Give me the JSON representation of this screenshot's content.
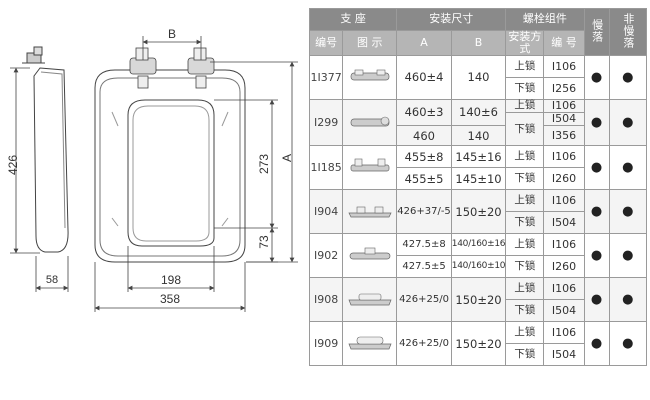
{
  "drawing": {
    "dim_B": "B",
    "dim_A": "A",
    "dim_426": "426",
    "dim_58": "58",
    "dim_273": "273",
    "dim_73": "73",
    "dim_198": "198",
    "dim_358": "358"
  },
  "table": {
    "head": {
      "seat": "支 座",
      "size": "安装尺寸",
      "bolts": "螺栓组件",
      "slow": "慢落",
      "nonslow": "非慢落",
      "code": "编号",
      "figure": "图 示",
      "colA": "A",
      "colB": "B",
      "method": "安装方式",
      "code2": "编 号"
    },
    "rows": [
      {
        "model": "1I377",
        "a1": "460±4",
        "a2": "",
        "b1": "140",
        "b2": "",
        "lock1": "上锁",
        "lock2": "下锁",
        "code1": "I106",
        "code2": "I256",
        "slow": "●",
        "nonslow": "●"
      },
      {
        "model": "I299",
        "a1": "460±3",
        "a2": "460",
        "b1": "140±6",
        "b2": "140",
        "lock1": "上锁",
        "lock2": "下锁",
        "code1": "I106",
        "code2": "I504",
        "code3": "I356",
        "slow": "●",
        "nonslow": "●"
      },
      {
        "model": "1I185",
        "a1": "455±8",
        "a2": "455±5",
        "b1": "145±16",
        "b2": "145±10",
        "lock1": "上锁",
        "lock2": "下锁",
        "code1": "I106",
        "code2": "I260",
        "slow": "●",
        "nonslow": "●"
      },
      {
        "model": "I904",
        "a1": "426+37/-5",
        "a2": "",
        "b1": "150±20",
        "b2": "",
        "lock1": "上锁",
        "lock2": "下锁",
        "code1": "I106",
        "code2": "I504",
        "slow": "●",
        "nonslow": "●"
      },
      {
        "model": "I902",
        "a1": "427.5±8",
        "a2": "427.5±5",
        "b1": "140/160±16",
        "b2": "140/160±10",
        "lock1": "上锁",
        "lock2": "下锁",
        "code1": "I106",
        "code2": "I260",
        "slow": "●",
        "nonslow": "●"
      },
      {
        "model": "I908",
        "a1": "426+25/0",
        "a2": "",
        "b1": "150±20",
        "b2": "",
        "lock1": "上锁",
        "lock2": "下锁",
        "code1": "I106",
        "code2": "I504",
        "slow": "●",
        "nonslow": "●"
      },
      {
        "model": "I909",
        "a1": "426+25/0",
        "a2": "",
        "b1": "150±20",
        "b2": "",
        "lock1": "上锁",
        "lock2": "下锁",
        "code1": "I106",
        "code2": "I504",
        "slow": "●",
        "nonslow": "●"
      }
    ]
  }
}
